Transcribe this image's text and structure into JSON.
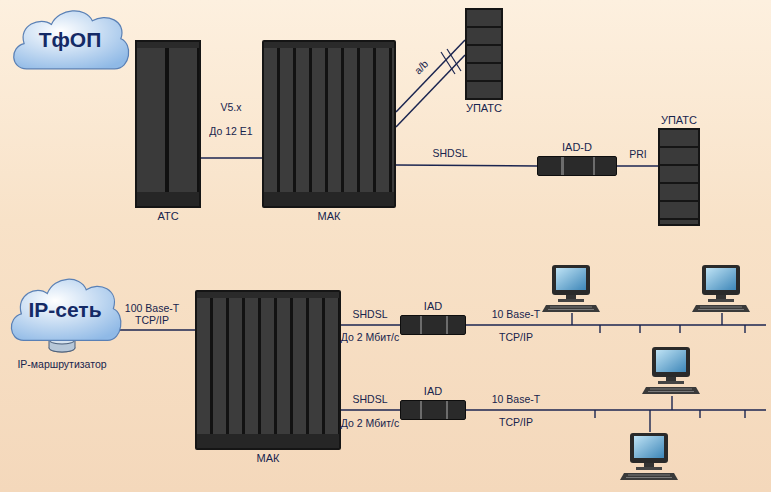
{
  "diagram": {
    "nodes": [
      {
        "text": [
          "ТфОП"
        ]
      },
      {
        "text": [
          "АТС"
        ]
      },
      {
        "text": [
          "МАК"
        ]
      },
      {
        "text": [
          "УПАТС"
        ]
      },
      {
        "text": [
          "IAD-D"
        ]
      },
      {
        "text": [
          "УПАТС"
        ]
      },
      {
        "text": [
          "IP-сеть"
        ]
      },
      {
        "text": [
          "МАК"
        ]
      },
      {
        "text": [
          "IAD"
        ]
      },
      {
        "text": [
          "IAD"
        ]
      }
    ],
    "edges": [
      {
        "from": 1,
        "to": 2,
        "label": "V5.x",
        "arrow": "none"
      },
      {
        "from": 2,
        "to": 3,
        "label": "a/b",
        "arrow": "none"
      },
      {
        "from": 2,
        "to": 3,
        "arrow": "none"
      },
      {
        "from": 2,
        "to": 4,
        "label": "SHDSL",
        "arrow": "none"
      },
      {
        "from": 4,
        "to": 5,
        "label": "PRI",
        "arrow": "none"
      },
      {
        "from": 6,
        "to": 7,
        "label": "100 Base-T TCP/IP",
        "arrow": "none"
      },
      {
        "from": 7,
        "to": 8,
        "label": "SHDSL",
        "arrow": "none"
      },
      {
        "from": 7,
        "to": 9,
        "label": "SHDSL",
        "arrow": "none"
      }
    ],
    "labels": [
      "До 12 E1",
      "IP-маршрутизатор",
      "До 2 Мбит/с",
      "До 2 Мбит/с",
      "10 Base-T",
      "TCP/IP",
      "10 Base-T",
      "TCP/IP"
    ]
  }
}
